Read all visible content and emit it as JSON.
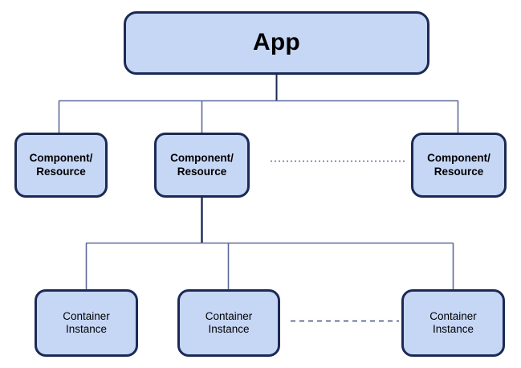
{
  "diagram": {
    "title": "App component / resource / container instance hierarchy",
    "colors": {
      "node_fill": "#c6d6f5",
      "node_border": "#1b2a55",
      "connector": "#1b2a55",
      "connector_light": "#7b86b0",
      "background": "#ffffff",
      "text": "#000000"
    },
    "nodes": {
      "root": {
        "label": "App"
      },
      "components": [
        {
          "label": "Component/\nResource"
        },
        {
          "label": "Component/\nResource"
        },
        {
          "label": "Component/\nResource"
        }
      ],
      "containers": [
        {
          "label": "Container\nInstance"
        },
        {
          "label": "Container\nInstance"
        },
        {
          "label": "Container\nInstance"
        }
      ]
    },
    "ellipsis_connectors": [
      {
        "name": "component-row-ellipsis",
        "style": "dotted"
      },
      {
        "name": "container-row-ellipsis",
        "style": "dashed"
      }
    ]
  }
}
